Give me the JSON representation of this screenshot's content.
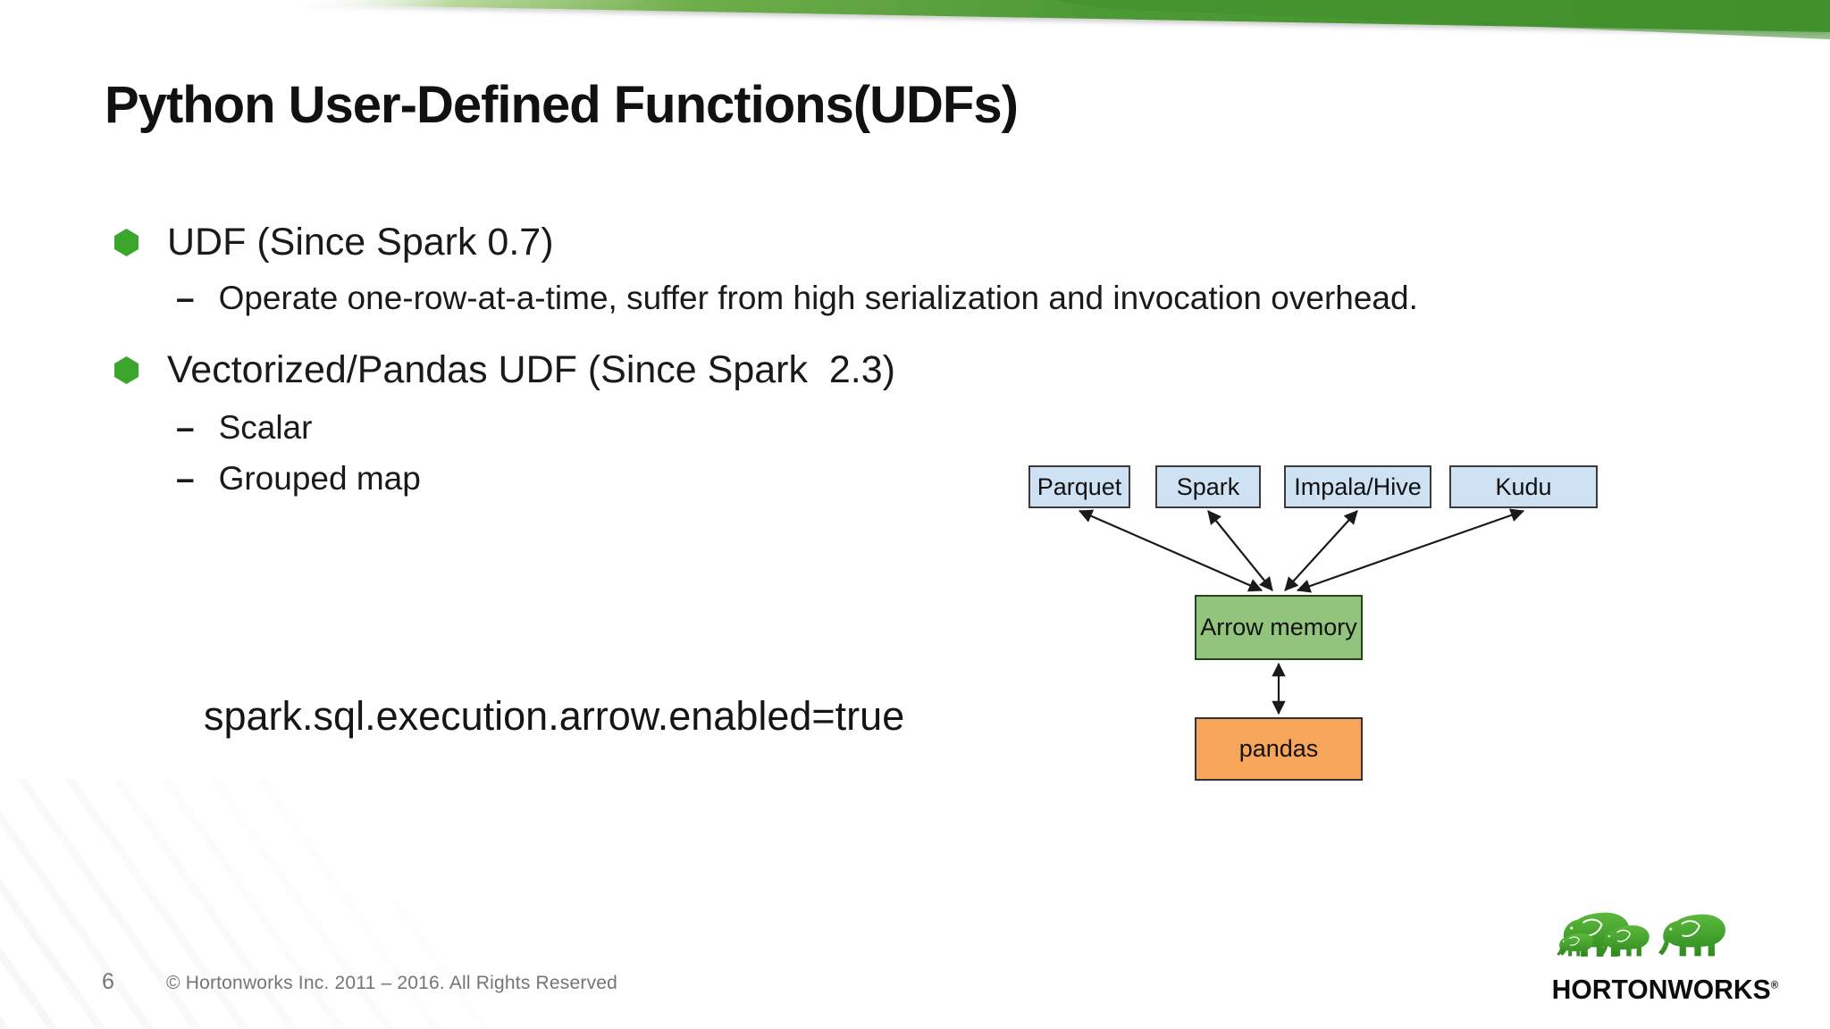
{
  "slide": {
    "title": "Python User-Defined Functions(UDFs)",
    "sub_marker": "–",
    "bullets": [
      {
        "label": "UDF (Since Spark 0.7)",
        "subs": [
          "Operate one-row-at-a-time, suffer from high serialization and invocation overhead."
        ]
      },
      {
        "label": "Vectorized/Pandas UDF (Since Spark  2.3)",
        "subs": [
          "Scalar",
          "Grouped map"
        ]
      }
    ],
    "config_line": "spark.sql.execution.arrow.enabled=true"
  },
  "diagram": {
    "sources": [
      "Parquet",
      "Spark",
      "Impala/Hive",
      "Kudu"
    ],
    "middle": "Arrow memory",
    "bottom": "pandas",
    "colors": {
      "source_fill": "#cfe2f3",
      "middle_fill": "#93c47d",
      "bottom_fill": "#f7a55b",
      "border": "#3a3a3a",
      "arrow": "#1a1a1a"
    }
  },
  "footer": {
    "page_number": "6",
    "copyright": "© Hortonworks Inc. 2011 – 2016. All Rights Reserved"
  },
  "logo": {
    "wordmark": "HORTONWORKS",
    "registered": "®"
  },
  "theme": {
    "band_green": "#46963a",
    "band_light_green": "#7db95a",
    "bullet_green": "#3aa62b",
    "text": "#1a1a1a",
    "footer_gray": "#757575",
    "logo_green": "#3d9a2a"
  }
}
